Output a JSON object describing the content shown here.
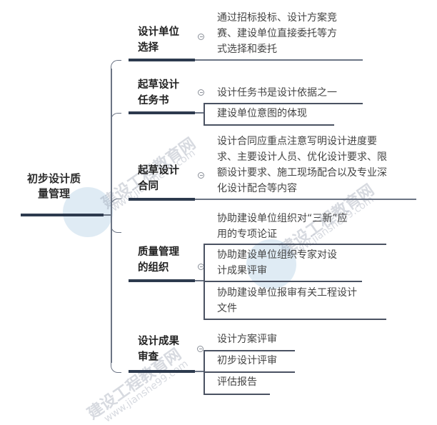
{
  "root": {
    "label_line1": "初步设计质",
    "label_line2": "量管理"
  },
  "branches": [
    {
      "label_line1": "设计单位",
      "label_line2": "选择",
      "leaves": [
        {
          "lines": [
            "通过招标投标、设计方案竞",
            "赛、建设单位直接委托等方",
            "式选择和委托"
          ]
        }
      ]
    },
    {
      "label_line1": "起草设计",
      "label_line2": "任务书",
      "leaves": [
        {
          "lines": [
            "设计任务书是设计依据之一"
          ]
        },
        {
          "lines": [
            "建设单位意图的体现"
          ]
        }
      ]
    },
    {
      "label_line1": "起草设计",
      "label_line2": "合同",
      "leaves": [
        {
          "lines": [
            "设计合同应重点注意写明设计进度要",
            "求、主要设计人员、优化设计要求、限",
            "额设计要求、施工现场配合以及专业深",
            "化设计配合等内容"
          ]
        }
      ]
    },
    {
      "label_line1": "质量管理",
      "label_line2": "的组织",
      "leaves": [
        {
          "lines": [
            "协助建设单位组织对“三新”应",
            "用的专项论证"
          ]
        },
        {
          "lines": [
            "协助建设单位组织专家对设",
            "计成果评审"
          ]
        },
        {
          "lines": [
            "协助建设单位报审有关工程设计",
            "文件"
          ]
        }
      ]
    },
    {
      "label_line1": "设计成果",
      "label_line2": "审查",
      "leaves": [
        {
          "lines": [
            "设计方案评审"
          ]
        },
        {
          "lines": [
            "初步设计评审"
          ]
        },
        {
          "lines": [
            "评估报告"
          ]
        }
      ]
    }
  ],
  "watermark": {
    "text": "建设工程教育网",
    "url": "www.jianshe99.com"
  }
}
